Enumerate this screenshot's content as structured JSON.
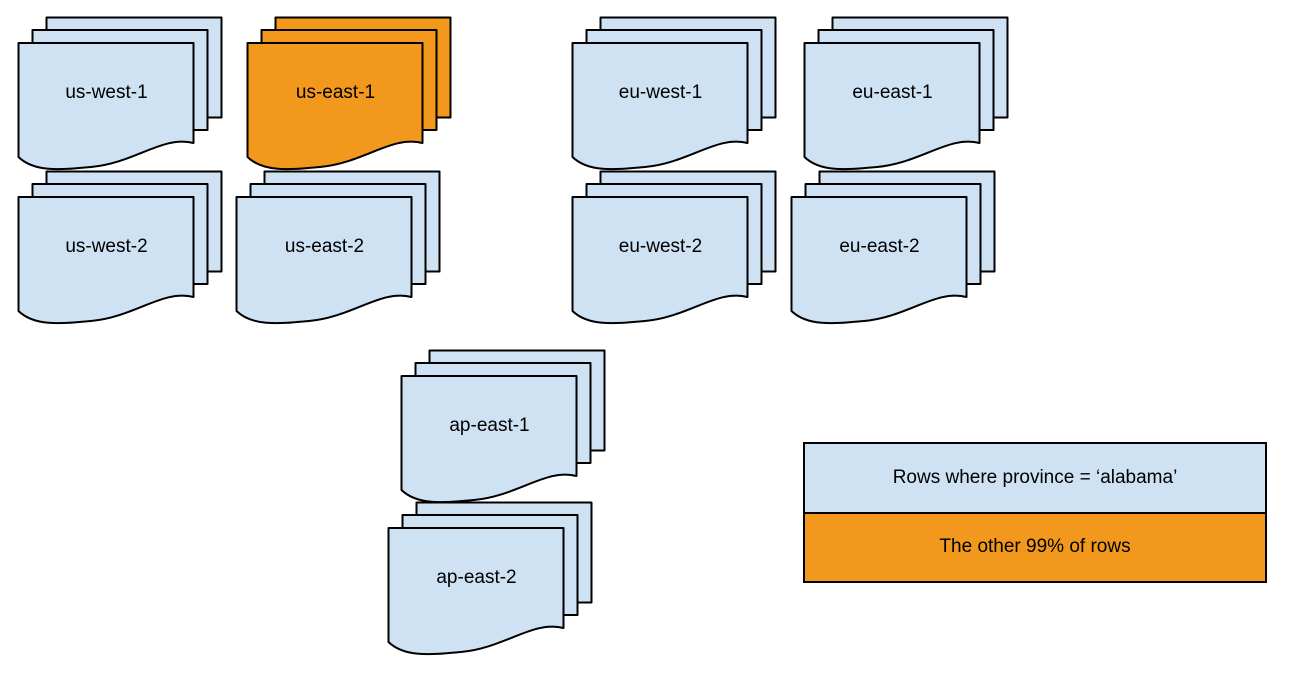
{
  "colors": {
    "region_fill": "#cfe2f3",
    "highlight_fill": "#f2981d",
    "stroke_color": "#000000",
    "background": "#ffffff"
  },
  "regions": [
    {
      "id": "us-west-1",
      "label": "us-west-1",
      "highlighted": false
    },
    {
      "id": "us-east-1",
      "label": "us-east-1",
      "highlighted": true
    },
    {
      "id": "eu-west-1",
      "label": "eu-west-1",
      "highlighted": false
    },
    {
      "id": "eu-east-1",
      "label": "eu-east-1",
      "highlighted": false
    },
    {
      "id": "us-west-2",
      "label": "us-west-2",
      "highlighted": false
    },
    {
      "id": "us-east-2",
      "label": "us-east-2",
      "highlighted": false
    },
    {
      "id": "eu-west-2",
      "label": "eu-west-2",
      "highlighted": false
    },
    {
      "id": "eu-east-2",
      "label": "eu-east-2",
      "highlighted": false
    },
    {
      "id": "ap-east-1",
      "label": "ap-east-1",
      "highlighted": false
    },
    {
      "id": "ap-east-2",
      "label": "ap-east-2",
      "highlighted": false
    }
  ],
  "legend": {
    "items": [
      {
        "label": "Rows where province = ‘alabama’",
        "variant": "blue"
      },
      {
        "label": "The other 99% of rows",
        "variant": "orange"
      }
    ]
  }
}
